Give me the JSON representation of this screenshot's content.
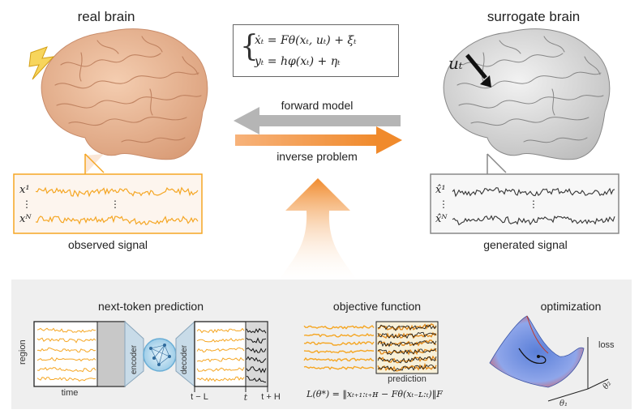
{
  "left": {
    "title": "real brain",
    "signal_label": "observed signal",
    "row_top": "x¹",
    "row_bottom": "xᴺ",
    "dots": "⋮"
  },
  "right": {
    "title": "surrogate brain",
    "signal_label": "generated signal",
    "input_label": "uₜ",
    "row_top": "x̂¹",
    "row_bottom": "x̂ᴺ",
    "dots": "⋮"
  },
  "equations": {
    "brace": "{",
    "line1": "ẋₜ = Fθ(xₜ, uₜ) + ξₜ",
    "line2": "yₜ = hφ(xₜ) + ηₜ"
  },
  "arrows": {
    "forward": "forward model",
    "inverse": "inverse problem"
  },
  "bottom": {
    "next_token": {
      "title": "next-token prediction",
      "region": "region",
      "time": "time",
      "encoder": "encoder",
      "decoder": "decoder",
      "t_minus_L": "t − L",
      "t": "t",
      "t_plus_H": "t + H"
    },
    "objective": {
      "title": "objective function",
      "prediction": "prediction",
      "formula": "L(θ*) = ‖xₜ₊₁:ₜ₊ʜ − Fθ(xₜ₋ʟ:ₜ)‖F"
    },
    "optimization": {
      "title": "optimization",
      "loss": "loss",
      "theta1": "θ₁",
      "theta2": "θ₂"
    }
  },
  "colors": {
    "orange": "#f5a623",
    "orange_dark": "#e08a1e",
    "gray_arrow": "#b5b5b5",
    "panel_bg": "#f0f0f0",
    "brain_real": "#e8b694",
    "brain_surrogate": "#d4d4d4",
    "signal_dark": "#333333"
  }
}
